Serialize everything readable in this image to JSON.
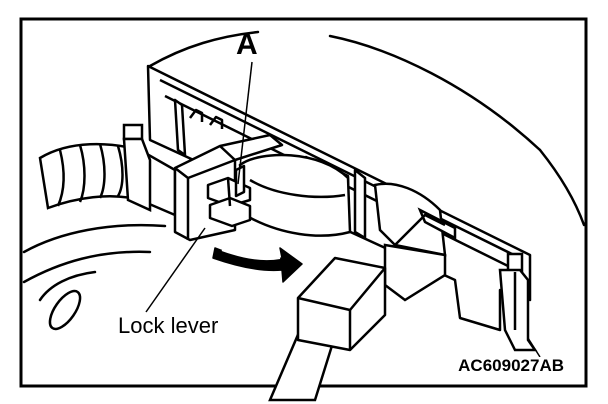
{
  "diagram": {
    "callout_letter": "A",
    "lock_lever_label": "Lock lever",
    "figure_code": "AC609027AB"
  }
}
